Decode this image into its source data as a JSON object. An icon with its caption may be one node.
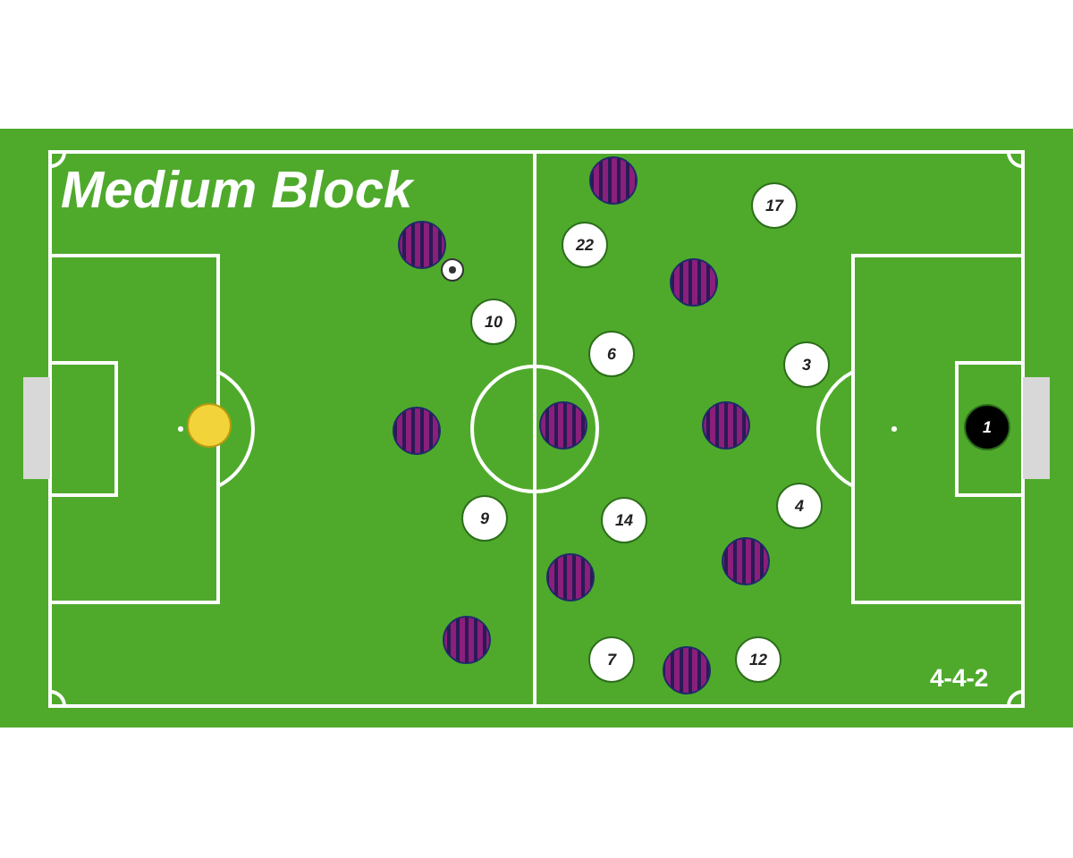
{
  "diagram": {
    "title": "Medium Block",
    "labels": [
      "17",
      "22",
      "10",
      "6",
      "3",
      "1",
      "4",
      "9",
      "14",
      "7",
      "12",
      "4-4-2"
    ]
  }
}
